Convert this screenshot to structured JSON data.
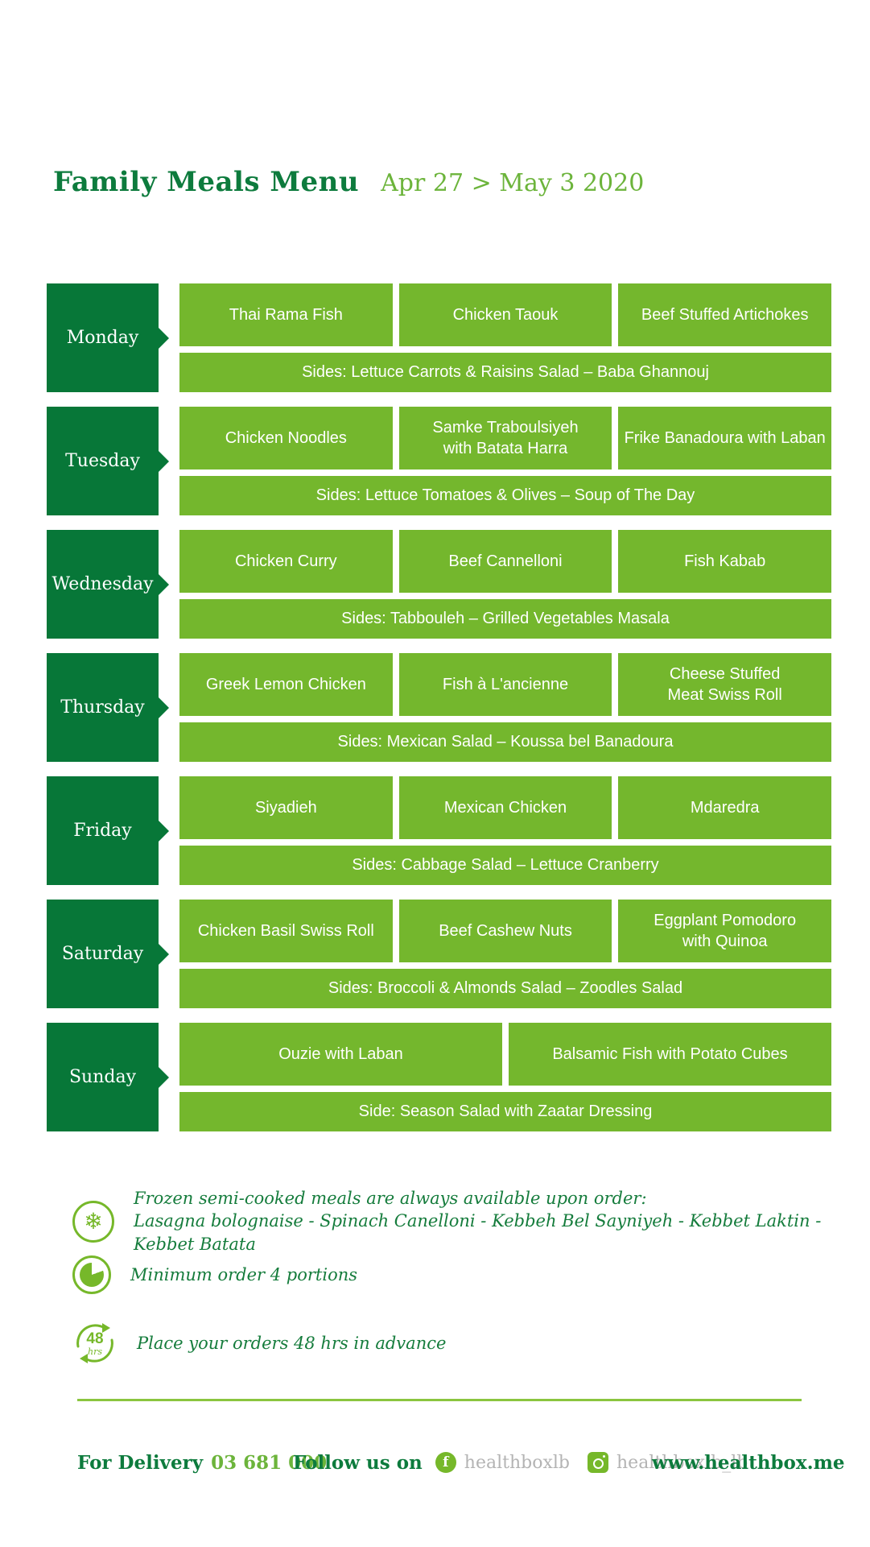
{
  "header": {
    "title": "Family Meals Menu",
    "date_range": "Apr 27 > May 3 2020"
  },
  "days": [
    {
      "label": "Monday",
      "meals": [
        "Thai Rama Fish",
        "Chicken Taouk",
        "Beef Stuffed Artichokes"
      ],
      "sides": "Sides: Lettuce Carrots & Raisins Salad – Baba Ghannouj"
    },
    {
      "label": "Tuesday",
      "meals": [
        "Chicken Noodles",
        "Samke Traboulsiyeh\nwith Batata Harra",
        "Frike Banadoura with Laban"
      ],
      "sides": "Sides: Lettuce Tomatoes & Olives – Soup of The Day"
    },
    {
      "label": "Wednesday",
      "meals": [
        "Chicken Curry",
        "Beef Cannelloni",
        "Fish Kabab"
      ],
      "sides": "Sides: Tabbouleh – Grilled Vegetables Masala"
    },
    {
      "label": "Thursday",
      "meals": [
        "Greek Lemon Chicken",
        "Fish à L'ancienne",
        "Cheese Stuffed\nMeat Swiss Roll"
      ],
      "sides": "Sides: Mexican Salad – Koussa bel Banadoura"
    },
    {
      "label": "Friday",
      "meals": [
        "Siyadieh",
        "Mexican Chicken",
        "Mdaredra"
      ],
      "sides": "Sides: Cabbage Salad – Lettuce Cranberry"
    },
    {
      "label": "Saturday",
      "meals": [
        "Chicken Basil Swiss Roll",
        "Beef Cashew Nuts",
        "Eggplant Pomodoro\nwith Quinoa"
      ],
      "sides": "Sides: Broccoli & Almonds Salad – Zoodles Salad"
    },
    {
      "label": "Sunday",
      "meals": [
        "Ouzie with Laban",
        "Balsamic Fish with Potato Cubes"
      ],
      "sides": "Side: Season Salad with Zaatar Dressing"
    }
  ],
  "notes": {
    "frozen": {
      "icon": "snowflake-icon",
      "glyph": "❄",
      "line1": "Frozen semi-cooked meals are always available upon order:",
      "line2": "Lasagna bolognaise - Spinach Canelloni - Kebbeh Bel Sayniyeh - Kebbet Laktin - Kebbet Batata"
    },
    "minimum": {
      "icon": "pie-chart-icon",
      "text": "Minimum order 4 portions"
    },
    "advance": {
      "icon": "48hrs-arrows-icon",
      "badge": "48",
      "badge_unit": "hrs",
      "text": "Place your orders 48 hrs in advance"
    }
  },
  "footer": {
    "delivery_label": "For Delivery",
    "delivery_phone": "03 681 000",
    "follow_label": "Follow us on",
    "facebook_glyph": "f",
    "facebook_handle": "healthboxlb",
    "instagram_handle": "healthboxlb_lb",
    "website": "www.healthbox.me"
  },
  "colors": {
    "dark_green": "#077738",
    "dark_green_text": "#0d7b3d",
    "light_green": "#74b72d",
    "date_green": "#6cb43b",
    "icon_green": "#76b82a",
    "separator_green": "#8bc53f",
    "handle_gray": "#b4b4b4"
  }
}
